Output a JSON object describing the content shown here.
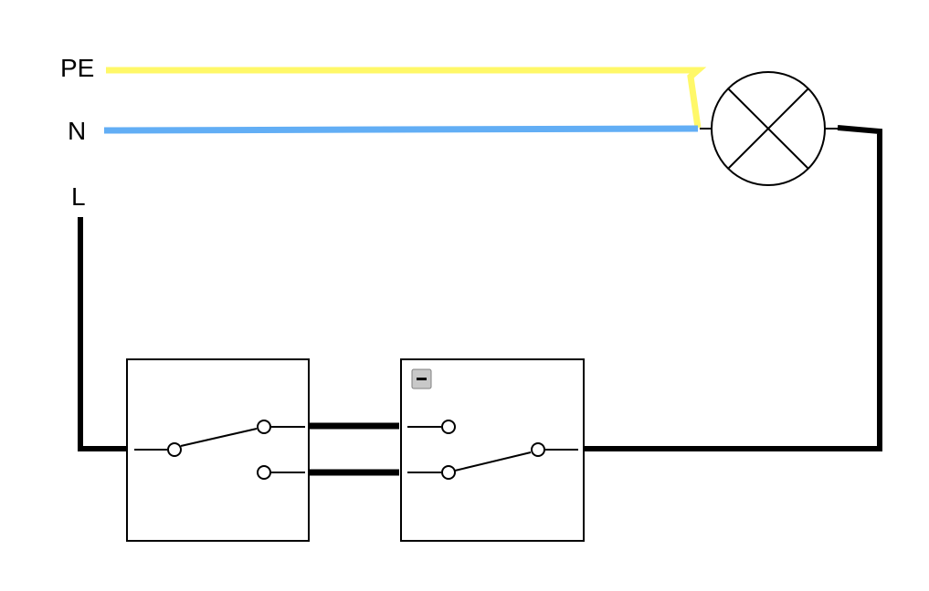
{
  "labels": {
    "pe": "PE",
    "n": "N",
    "l": "L"
  },
  "colors": {
    "pe_wire": "#fff868",
    "n_wire": "#62aef5",
    "l_wire": "#000000",
    "collapse_button_fill": "#c8c8c8",
    "collapse_button_border": "#808080"
  },
  "components": {
    "lamp": "lamp-symbol",
    "switch_1": "two-way-switch",
    "switch_2": "two-way-switch",
    "collapse_button": "minus-icon"
  }
}
